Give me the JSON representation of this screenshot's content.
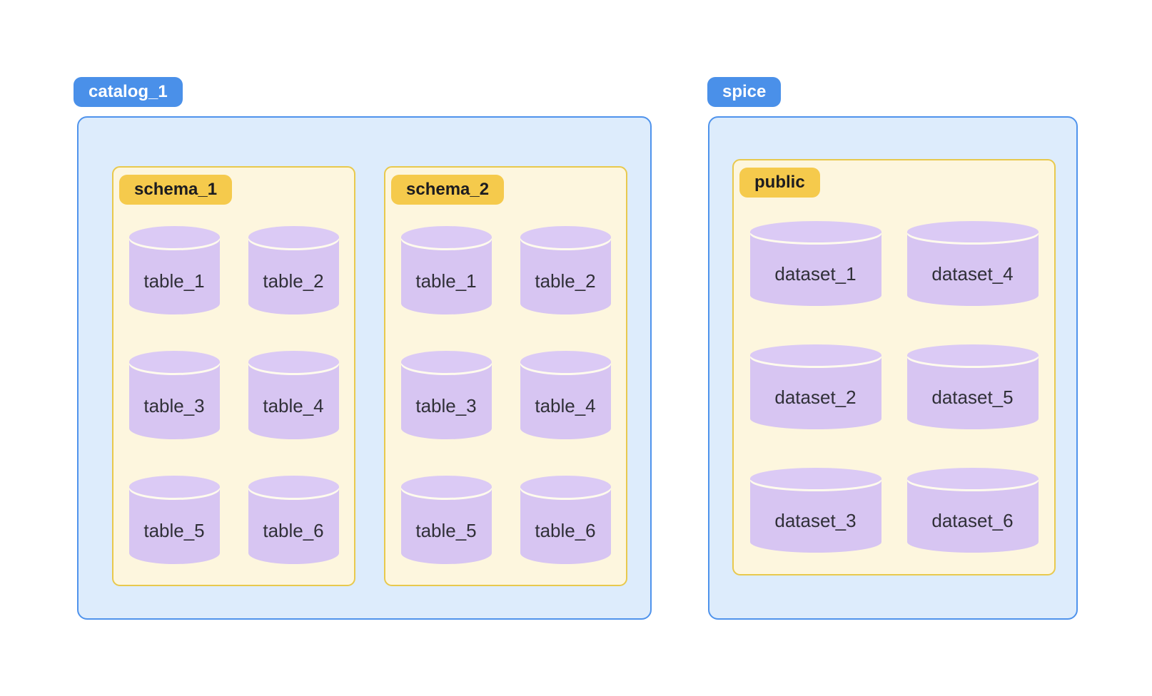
{
  "groups": [
    {
      "label": "catalog_1",
      "schemas": [
        {
          "label": "schema_1",
          "items": [
            "table_1",
            "table_2",
            "table_3",
            "table_4",
            "table_5",
            "table_6"
          ]
        },
        {
          "label": "schema_2",
          "items": [
            "table_1",
            "table_2",
            "table_3",
            "table_4",
            "table_5",
            "table_6"
          ]
        }
      ]
    },
    {
      "label": "spice",
      "schemas": [
        {
          "label": "public",
          "items": [
            "dataset_1",
            "dataset_4",
            "dataset_2",
            "dataset_5",
            "dataset_3",
            "dataset_6"
          ]
        }
      ]
    }
  ],
  "colors": {
    "pill_blue": "#4a90e9",
    "pill_blue_text": "#ffffff",
    "container_blue_bg": "#ddecfc",
    "container_blue_border": "#4f93ec",
    "pill_gold": "#f5ca4c",
    "pill_gold_text": "#1c1c20",
    "schema_bg": "#fdf6de",
    "schema_border": "#e8c94d",
    "cylinder_body": "#d7c5f2",
    "cylinder_top": "#dbcaf5",
    "cylinder_divider": "#fffbed",
    "cylinder_text": "#303038"
  }
}
